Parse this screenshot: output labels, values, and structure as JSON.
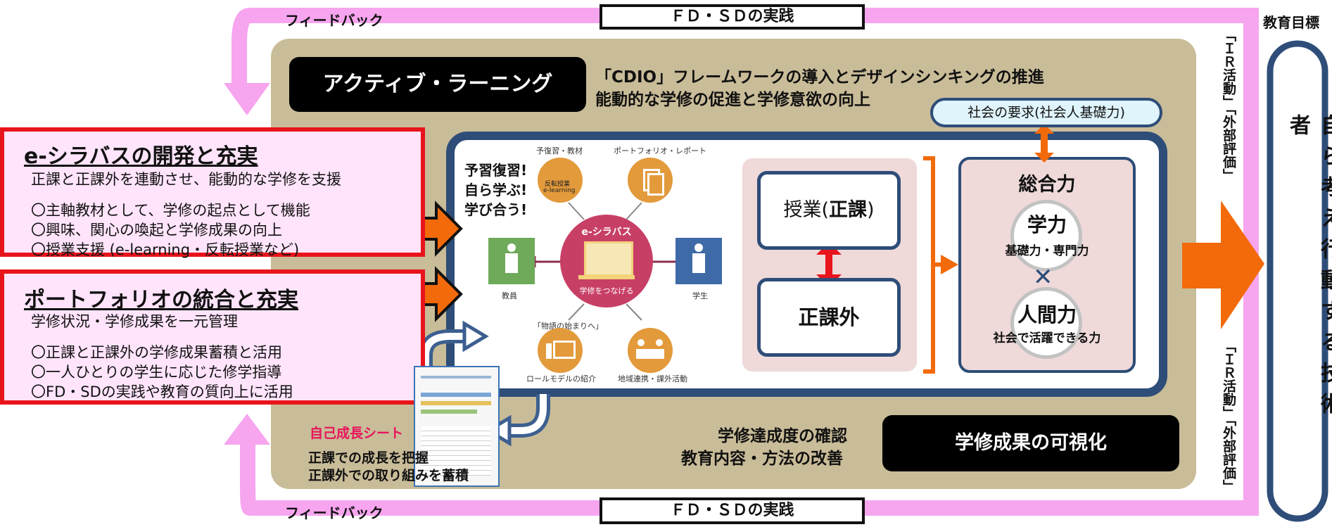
{
  "feedback": {
    "top": "フィードバック",
    "bottom": "フィードバック"
  },
  "fdsd": {
    "top": "ＦＤ・ＳＤの実践",
    "bottom": "ＦＤ・ＳＤの実践"
  },
  "ir": {
    "top": "「ＩＲ活動」「外部評価」",
    "bottom": "「ＩＲ活動」「外部評価」"
  },
  "goal": {
    "label": "教育目標",
    "text": "自ら考え行動する技術者"
  },
  "active": {
    "title": "アクティブ・ラーニング",
    "line1": "「CDIO」フレームワークの導入とデザインシンキングの推進",
    "line2": "能動的な学修の促進と学修意欲の向上"
  },
  "society": "社会の要求(社会人基礎力)",
  "syllabus": {
    "title": "e-シラバスの開発と充実",
    "subtitle": "正課と正課外を連動させ、能動的な学修を支援",
    "items": [
      "〇主軸教材として、学修の起点として機能",
      "〇興味、関心の喚起と学修成果の向上",
      "〇授業支援 (e-learning・反転授業など)"
    ]
  },
  "portfolio": {
    "title": "ポートフォリオの統合と充実",
    "subtitle": "学修状況・学修成果を一元管理",
    "items": [
      "〇正課と正課外の学修成果蓄積と活用",
      "〇一人ひとりの学生に応じた修学指導",
      "〇FD・SDの実践や教育の質向上に活用"
    ]
  },
  "center": {
    "slogan": [
      "予習復習!",
      "自ら学ぶ!",
      "学び合う!"
    ],
    "hub_title": "e-シラバス",
    "hub_caption": "学修をつなげる",
    "captions": {
      "prep": "予復習・教材",
      "portfolio_report": "ポートフォリオ・レポート",
      "role_model": "ロールモデルの紹介",
      "region": "地域連携・課外活動",
      "teacher": "教員",
      "student": "学生",
      "story": "「物語の始まりへ」"
    },
    "flip": [
      "反転授業",
      "e-learning"
    ]
  },
  "class": {
    "regular_prefix": "授業(",
    "regular_bold": "正課",
    "regular_suffix": ")",
    "extra": "正課外"
  },
  "ability": {
    "title": "総合力",
    "gakuryoku": "学力",
    "gakuryoku_sub": "基礎力・専門力",
    "ningen": "人間力",
    "ningen_sub": "社会で活躍できる力"
  },
  "selfsheet": {
    "label": "自己成長シート",
    "line1": "正課での成長を把握",
    "line2": "正課外での取り組みを蓄積"
  },
  "confirm": {
    "line1": "学修達成度の確認",
    "line2": "教育内容・方法の改善"
  },
  "visual": "学修成果の可視化",
  "colors": {
    "pink": "#f7a5ef",
    "khaki": "#c9bc98",
    "navy": "#2e4d78",
    "orange": "#f26a0a",
    "red": "#e8141b",
    "hub": "#c83f66",
    "icon_orange": "#e39a3b",
    "light_pink": "#ffe4fb"
  }
}
